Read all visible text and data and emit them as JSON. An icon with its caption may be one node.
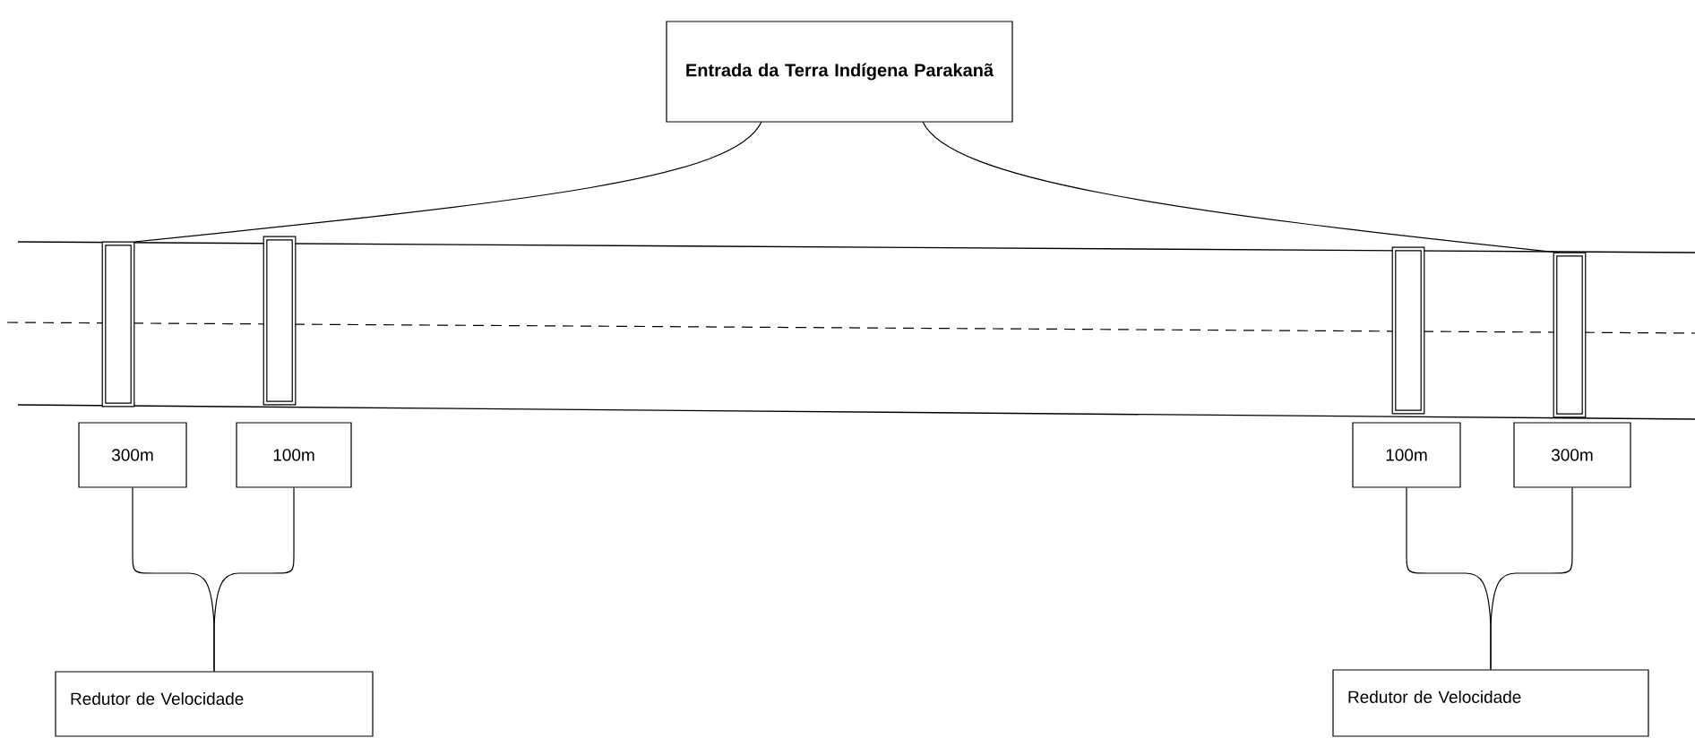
{
  "diagram": {
    "nodes": [
      {
        "text": [
          "Entrada da Terra Indígena Parakanã"
        ]
      },
      {
        "text": [
          "300m"
        ]
      },
      {
        "text": [
          "100m"
        ]
      },
      {
        "text": [
          "Redutor de Velocidade"
        ]
      },
      {
        "text": [
          "100m"
        ]
      },
      {
        "text": [
          "300m"
        ]
      },
      {
        "text": [
          "Redutor de Velocidade"
        ]
      }
    ],
    "edges": [
      {
        "from": 1,
        "to": 3,
        "arrow": "none"
      },
      {
        "from": 2,
        "to": 3,
        "arrow": "none"
      },
      {
        "from": 4,
        "to": 6,
        "arrow": "none"
      },
      {
        "from": 5,
        "to": 6,
        "arrow": "none"
      }
    ]
  }
}
